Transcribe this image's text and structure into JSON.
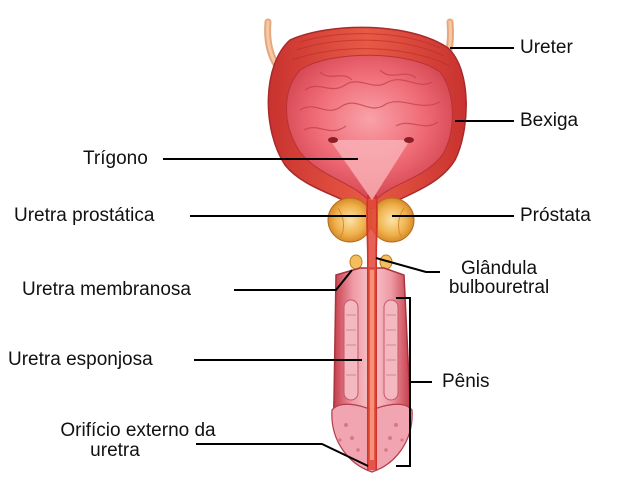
{
  "labels": {
    "ureter": "Ureter",
    "bexiga": "Bexiga",
    "trigono": "Trígono",
    "uretra_prostatica": "Uretra prostática",
    "prostata": "Próstata",
    "glandula_line1": "Glândula",
    "glandula_line2": "bulbouretral",
    "uretra_membranosa": "Uretra membranosa",
    "uretra_esponjosa": "Uretra esponjosa",
    "penis": "Pênis",
    "orificio_line1": "Orifício externo da",
    "orificio_line2": "uretra"
  },
  "colors": {
    "bladder_outer": "#e0483f",
    "bladder_inner": "#f26a73",
    "bladder_dark": "#c2303a",
    "prostate": "#e8a23a",
    "prostate_light": "#f6cf82",
    "penis_outer": "#d94e58",
    "penis_inner": "#f0a7b0",
    "urethra": "#e23c2e",
    "leader": "#000000"
  }
}
